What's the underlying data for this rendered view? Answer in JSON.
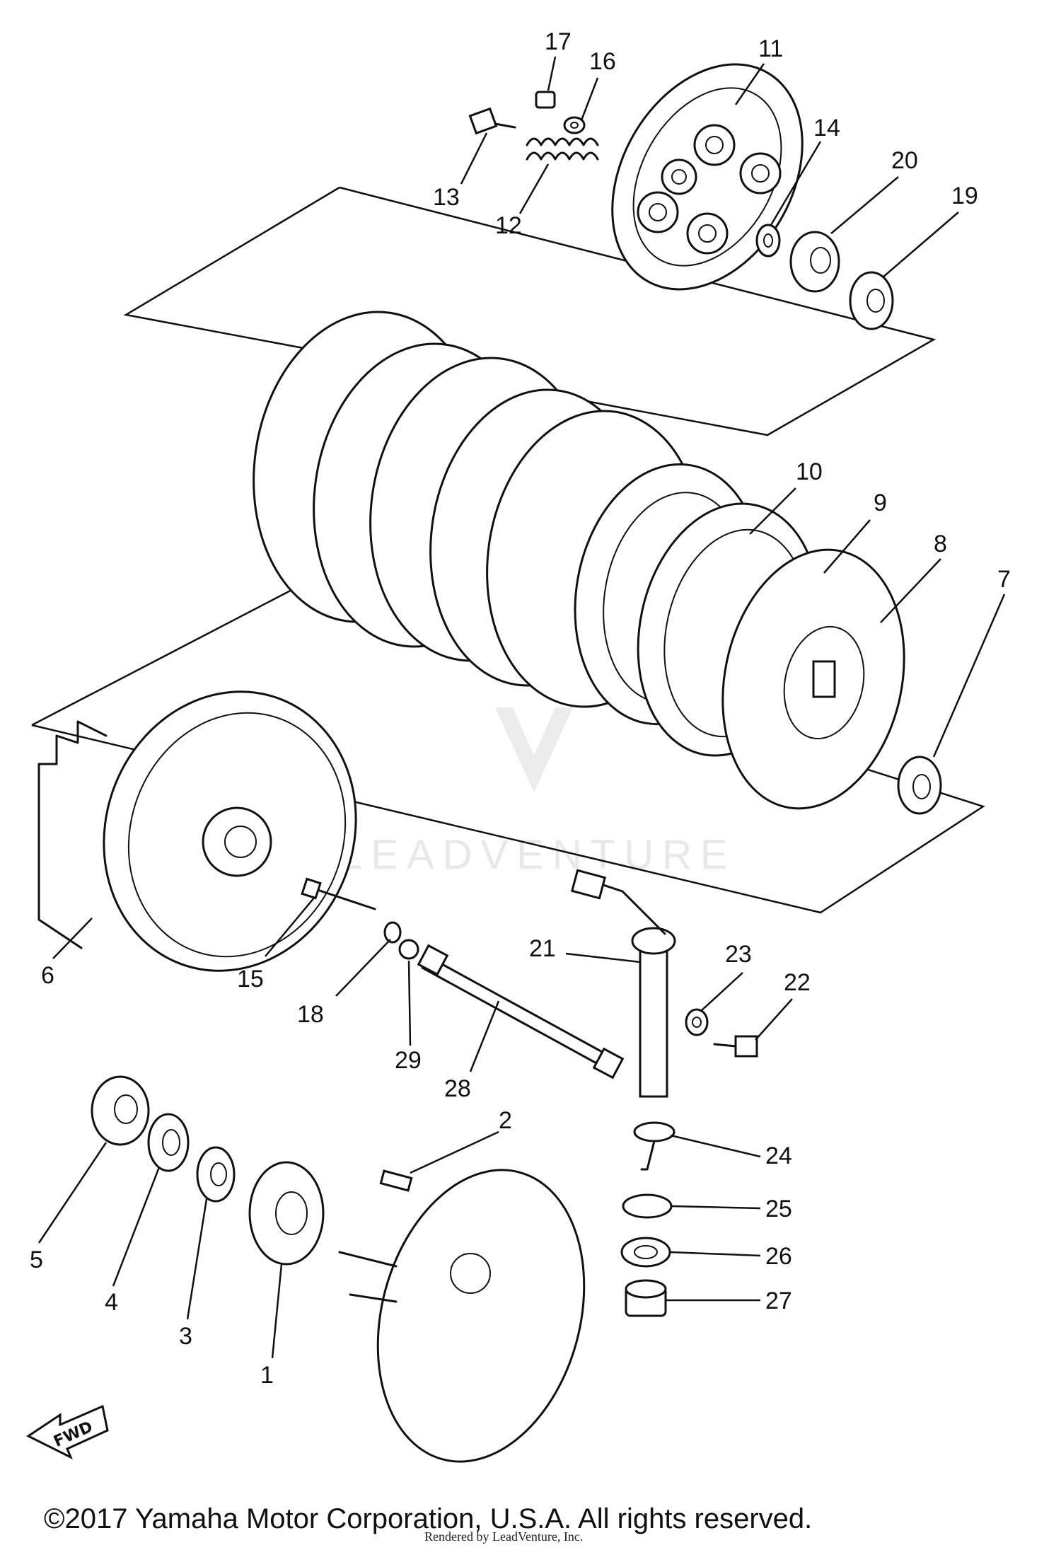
{
  "diagram": {
    "parts": [
      {
        "id": "1",
        "label": "1"
      },
      {
        "id": "2",
        "label": "2"
      },
      {
        "id": "3",
        "label": "3"
      },
      {
        "id": "4",
        "label": "4"
      },
      {
        "id": "5",
        "label": "5"
      },
      {
        "id": "6",
        "label": "6"
      },
      {
        "id": "7",
        "label": "7"
      },
      {
        "id": "8",
        "label": "8"
      },
      {
        "id": "9",
        "label": "9"
      },
      {
        "id": "10",
        "label": "10"
      },
      {
        "id": "11",
        "label": "11"
      },
      {
        "id": "12",
        "label": "12"
      },
      {
        "id": "13",
        "label": "13"
      },
      {
        "id": "14",
        "label": "14"
      },
      {
        "id": "15",
        "label": "15"
      },
      {
        "id": "16",
        "label": "16"
      },
      {
        "id": "17",
        "label": "17"
      },
      {
        "id": "18",
        "label": "18"
      },
      {
        "id": "19",
        "label": "19"
      },
      {
        "id": "20",
        "label": "20"
      },
      {
        "id": "21",
        "label": "21"
      },
      {
        "id": "22",
        "label": "22"
      },
      {
        "id": "23",
        "label": "23"
      },
      {
        "id": "24",
        "label": "24"
      },
      {
        "id": "25",
        "label": "25"
      },
      {
        "id": "26",
        "label": "26"
      },
      {
        "id": "27",
        "label": "27"
      },
      {
        "id": "28",
        "label": "28"
      },
      {
        "id": "29",
        "label": "29"
      }
    ],
    "direction_marker": "FWD",
    "watermark": "LEADVENTURE"
  },
  "footer": {
    "copyright": "©2017 Yamaha Motor Corporation, U.S.A. All rights reserved.",
    "rendered_by": "Rendered by LeadVenture, Inc."
  }
}
